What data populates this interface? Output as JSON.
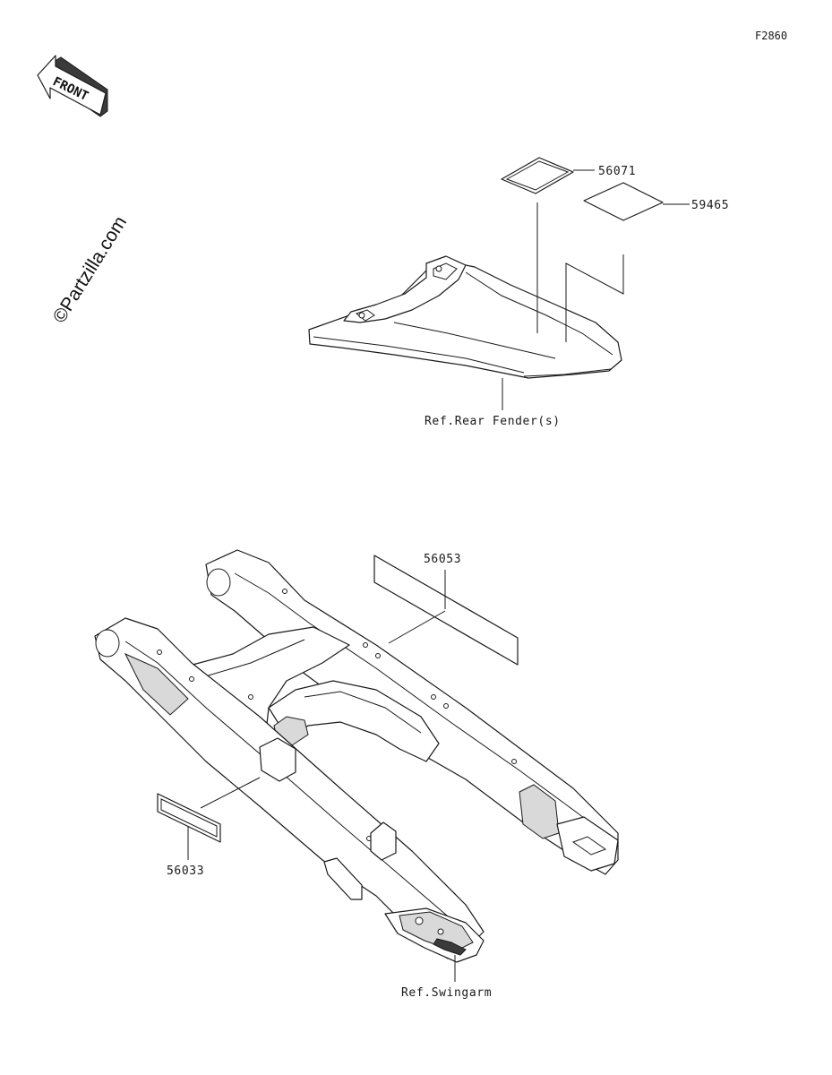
{
  "figure_code": "F2860",
  "front_marker": {
    "label": "FRONT"
  },
  "watermark": "©Partzilla.com",
  "parts": [
    {
      "number": "56071"
    },
    {
      "number": "59465"
    },
    {
      "number": "56053"
    },
    {
      "number": "56033"
    }
  ],
  "references": [
    {
      "text": "Ref.Rear Fender(s)"
    },
    {
      "text": "Ref.Swingarm"
    }
  ]
}
